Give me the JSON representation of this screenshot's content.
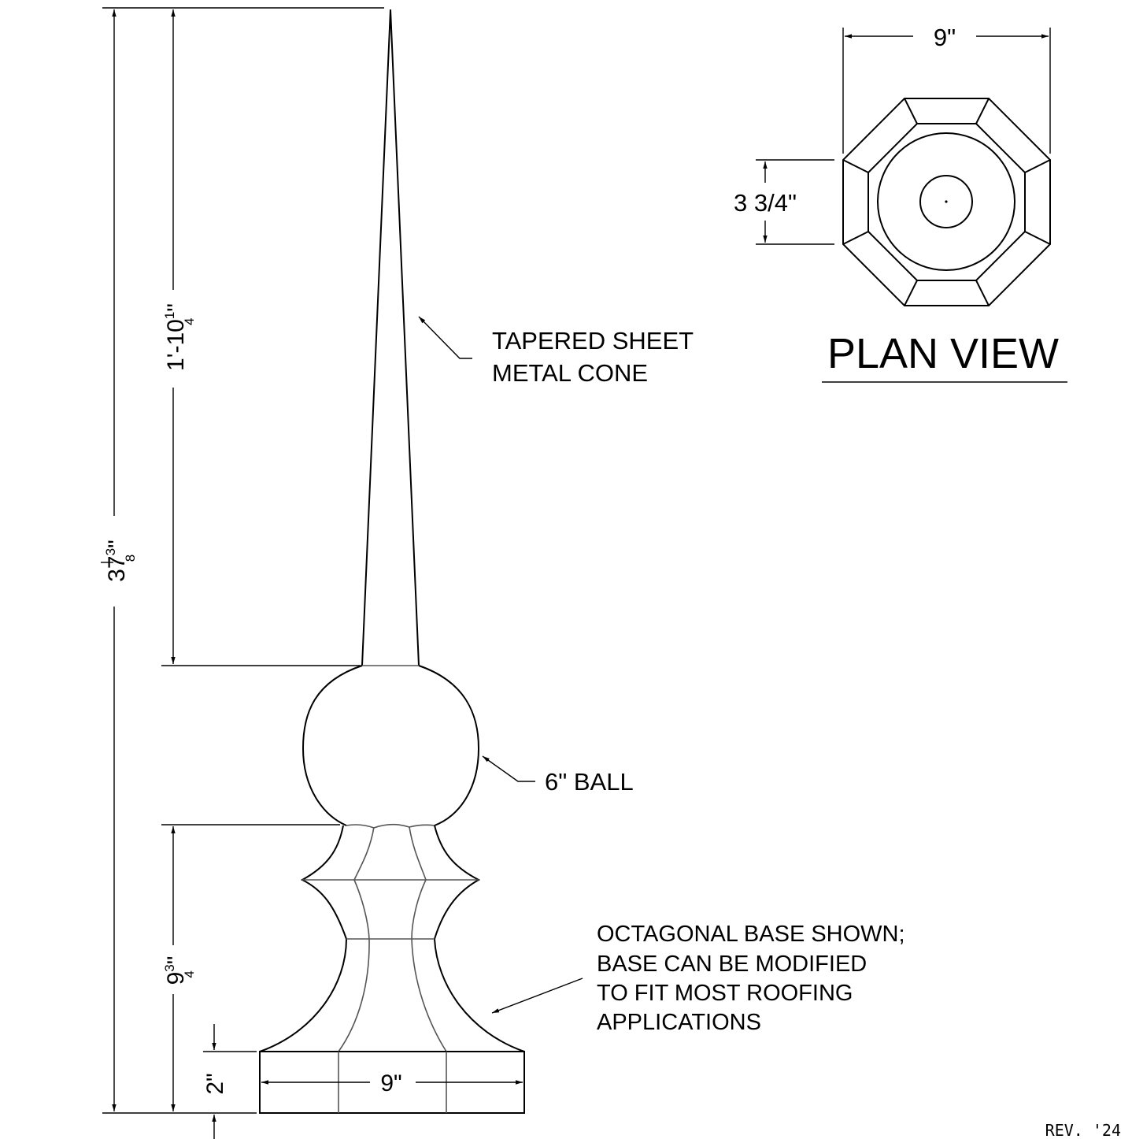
{
  "plan_view": {
    "title": "PLAN VIEW",
    "width_dim": "9\"",
    "center_dim": "3 3/4\""
  },
  "elevation": {
    "overall_height": {
      "whole": "37",
      "num": "3",
      "den": "8",
      "unit": "\""
    },
    "cone_height": {
      "whole": "1'-10",
      "num": "1",
      "den": "4",
      "unit": "\""
    },
    "base_height": {
      "whole": "9",
      "num": "3",
      "den": "4",
      "unit": "\""
    },
    "plinth_height": "2\"",
    "base_width": "9\""
  },
  "notes": {
    "cone": [
      "TAPERED SHEET",
      "METAL CONE"
    ],
    "ball": "6\" BALL",
    "base": [
      "OCTAGONAL BASE SHOWN;",
      "BASE CAN BE MODIFIED",
      "TO FIT MOST ROOFING",
      "APPLICATIONS"
    ]
  },
  "revision": "REV. '24"
}
